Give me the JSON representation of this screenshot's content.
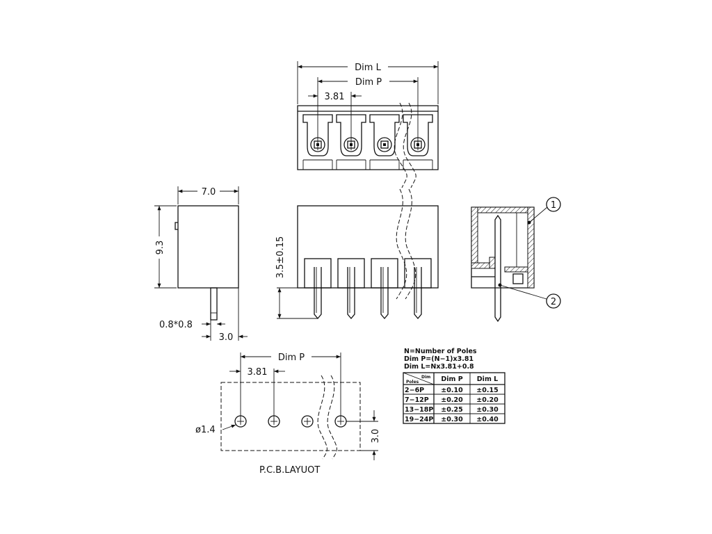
{
  "top_view": {
    "dim_l": "Dim  L",
    "dim_p": "Dim  P",
    "pitch": "3.81"
  },
  "side_view": {
    "width": "7.0",
    "height": "9.3",
    "pin_size": "0.8*0.8",
    "pin_offset": "3.0"
  },
  "front_view": {
    "pin_length": "3.5±0.15"
  },
  "section_view": {
    "callout_1": "1",
    "callout_2": "2"
  },
  "pcb_layout": {
    "dim_p": "Dim  P",
    "pitch": "3.81",
    "hole": "ø1.4",
    "edge": "3.0",
    "caption": "P.C.B.LAYUOT"
  },
  "notes": {
    "line1": "N=Number of Poles",
    "line2": "Dim  P=(N−1)x3.81",
    "line3": "Dim  L=Nx3.81+0.8"
  },
  "tolerance_table": {
    "corner_top": "Dim",
    "corner_bottom": "Poles",
    "headers": [
      "Dim  P",
      "Dim  L"
    ],
    "rows": [
      {
        "poles": "2−6P",
        "dim_p": "±0.10",
        "dim_l": "±0.15"
      },
      {
        "poles": "7−12P",
        "dim_p": "±0.20",
        "dim_l": "±0.20"
      },
      {
        "poles": "13−18P",
        "dim_p": "±0.25",
        "dim_l": "±0.30"
      },
      {
        "poles": "19−24P",
        "dim_p": "±0.30",
        "dim_l": "±0.40"
      }
    ]
  }
}
